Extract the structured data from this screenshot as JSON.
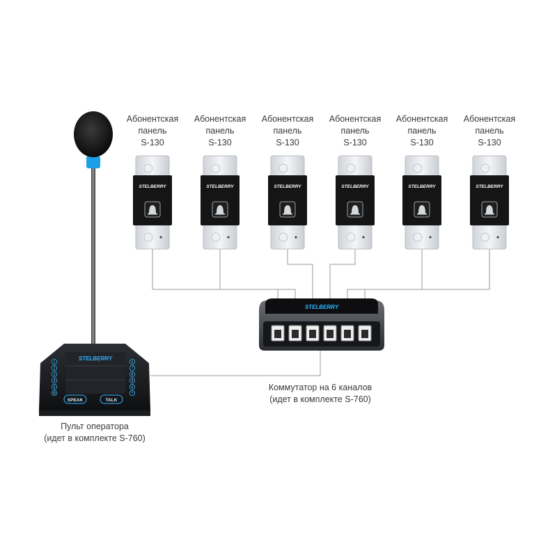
{
  "panels": [
    {
      "line1": "Абонентская",
      "line2": "панель",
      "line3": "S-130",
      "brand": "STELBERRY"
    },
    {
      "line1": "Абонентская",
      "line2": "панель",
      "line3": "S-130",
      "brand": "STELBERRY"
    },
    {
      "line1": "Абонентская",
      "line2": "панель",
      "line3": "S-130",
      "brand": "STELBERRY"
    },
    {
      "line1": "Абонентская",
      "line2": "панель",
      "line3": "S-130",
      "brand": "STELBERRY"
    },
    {
      "line1": "Абонентская",
      "line2": "панель",
      "line3": "S-130",
      "brand": "STELBERRY"
    },
    {
      "line1": "Абонентская",
      "line2": "панель",
      "line3": "S-130",
      "brand": "STELBERRY"
    }
  ],
  "switch": {
    "brand": "STELBERRY",
    "label_line1": "Коммутатор на 6 каналов",
    "label_line2": "(идет в комплекте S-760)"
  },
  "console": {
    "brand": "STELBERRY",
    "speak": "SPEAK",
    "talk": "TALK",
    "left_keys": [
      "1",
      "2",
      "3",
      "4",
      "5",
      "R"
    ],
    "right_keys": [
      "6",
      "7",
      "8",
      "9",
      "0",
      "?"
    ],
    "label_line1": "Пульт оператора",
    "label_line2": "(идет в комплекте S-760)"
  },
  "colors": {
    "wire": "#9a9a9a",
    "panel_metal": "#e4e6e9",
    "panel_black": "#151515",
    "accent_blue": "#2fb7ff"
  }
}
